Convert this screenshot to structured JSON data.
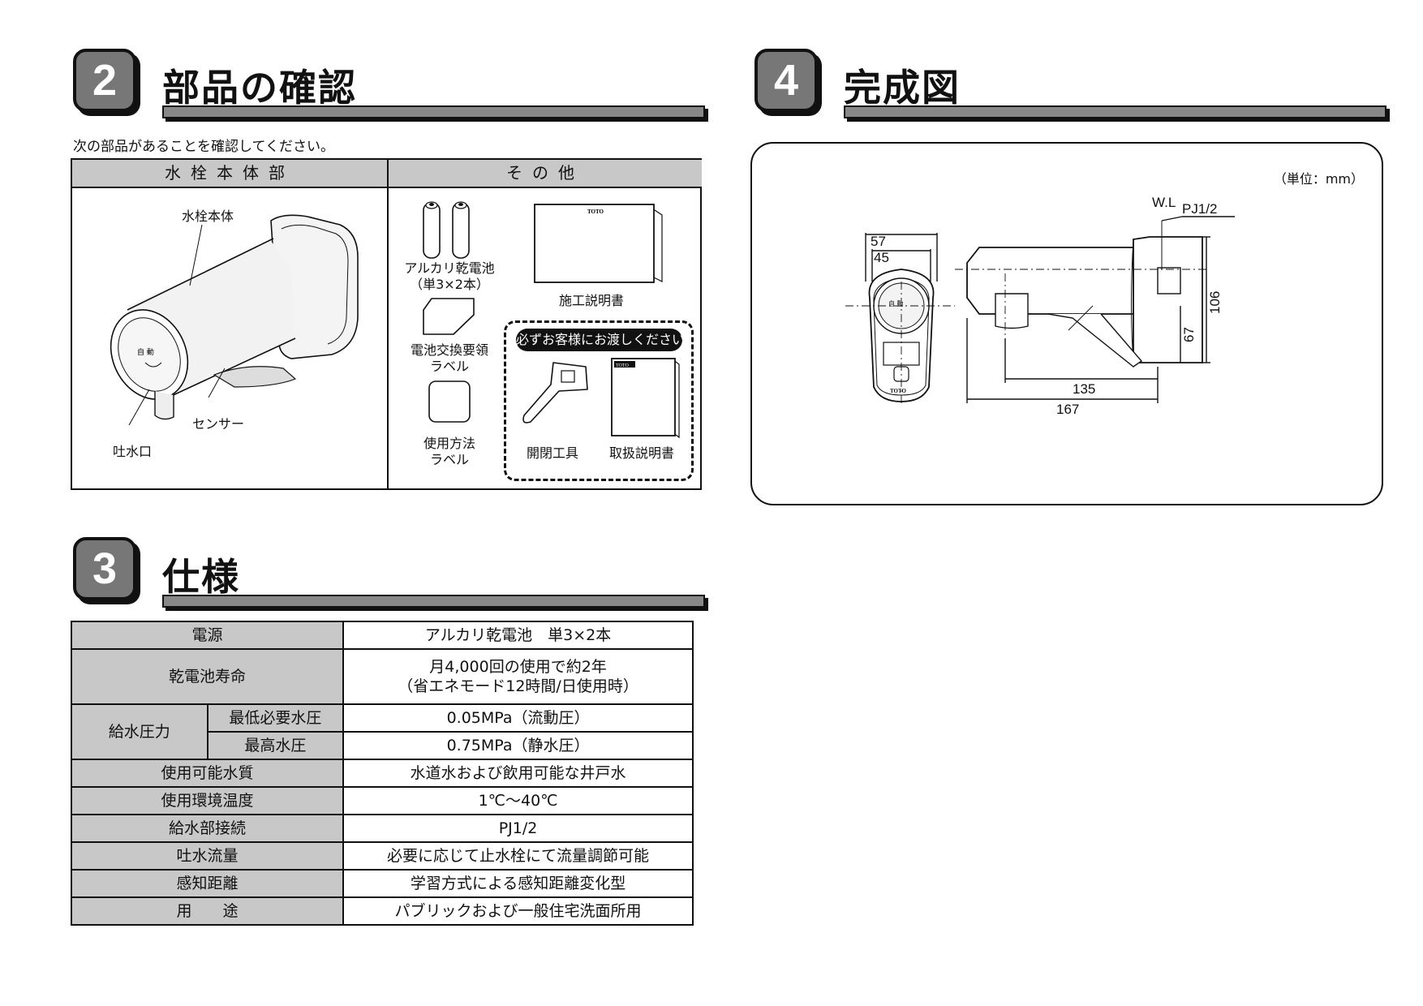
{
  "section2": {
    "number": "2",
    "title": "部品の確認",
    "intro": "次の部品があることを確認してください。",
    "col_left": "水栓本体部",
    "col_right": "その他",
    "faucet_labels": {
      "body": "水栓本体",
      "sensor": "センサー",
      "spout": "吐水口",
      "face_text": "自 動"
    },
    "battery": {
      "line1": "アルカリ乾電池",
      "line2": "（単3×2本）"
    },
    "install_manual": {
      "label": "施工説明書",
      "brand": "TOTO"
    },
    "battery_label": {
      "line1": "電池交換要領",
      "line2": "ラベル"
    },
    "usage_label": {
      "line1": "使用方法",
      "line2": "ラベル"
    },
    "customer_box": {
      "banner": "必ずお客様にお渡しください",
      "tool": "開閉工具",
      "manual": "取扱説明書",
      "manual_brand": "TOTO"
    }
  },
  "section3": {
    "number": "3",
    "title": "仕様",
    "rows": [
      {
        "label": "電源",
        "value": "アルカリ乾電池　単3×2本"
      },
      {
        "label": "乾電池寿命",
        "value": "月4,000回の使用で約2年",
        "value2": "（省エネモード12時間/日使用時）"
      },
      {
        "group": "給水圧力",
        "sub": "最低必要水圧",
        "value": "0.05MPa（流動圧）"
      },
      {
        "sub": "最高水圧",
        "value": "0.75MPa（静水圧）"
      },
      {
        "label": "使用可能水質",
        "value": "水道水および飲用可能な井戸水"
      },
      {
        "label": "使用環境温度",
        "value": "1℃～40℃"
      },
      {
        "label": "給水部接続",
        "value": "PJ1/2"
      },
      {
        "label": "吐水流量",
        "value": "必要に応じて止水栓にて流量調節可能"
      },
      {
        "label": "感知距離",
        "value": "学習方式による感知距離変化型"
      },
      {
        "label": "用　　途",
        "value": "パブリックおよび一般住宅洗面所用"
      }
    ]
  },
  "section4": {
    "number": "4",
    "title": "完成図",
    "unit": "（単位：mm）",
    "dims": {
      "d57": "57",
      "d45": "45",
      "wl": "W.L",
      "pj": "PJ1/2",
      "d106": "106",
      "d67": "67",
      "d135": "135",
      "d167": "167"
    },
    "front_face_text": "自 動",
    "front_brand": "TOTO"
  }
}
